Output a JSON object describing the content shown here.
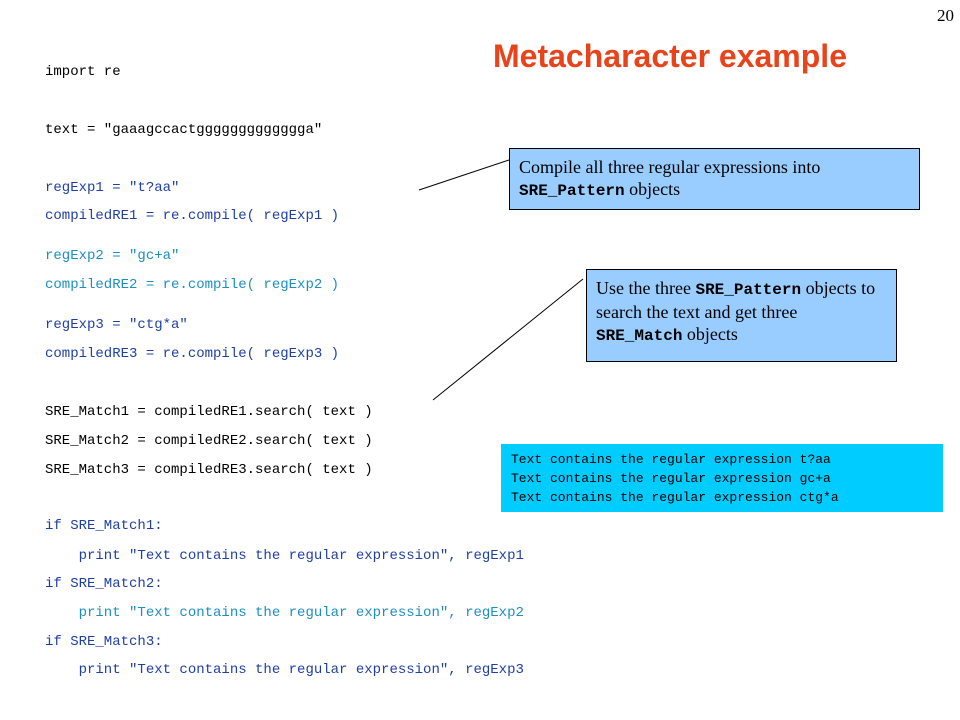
{
  "slide": {
    "page_number": "20",
    "title": "Metacharacter example",
    "title_color": "#e8431a"
  },
  "code": [
    {
      "text": "import re",
      "color": "black"
    },
    {
      "text": "text = \"gaaagccactggggggggggggga\"",
      "color": "black"
    },
    {
      "text": "regExp1 = \"t?aa\"",
      "color": "blue"
    },
    {
      "text": "compiledRE1 = re.compile( regExp1 )",
      "color": "blue"
    },
    {
      "text": "regExp2 = \"gc+a\"",
      "color": "cyan"
    },
    {
      "text": "compiledRE2 = re.compile( regExp2 )",
      "color": "cyan"
    },
    {
      "text": "regExp3 = \"ctg*a\"",
      "color": "blue"
    },
    {
      "text": "compiledRE3 = re.compile( regExp3 )",
      "color": "blue"
    },
    {
      "text": "SRE_Match1 = compiledRE1.search( text )",
      "color": "black"
    },
    {
      "text": "SRE_Match2 = compiledRE2.search( text )",
      "color": "black"
    },
    {
      "text": "SRE_Match3 = compiledRE3.search( text )",
      "color": "black"
    },
    {
      "text": "if SRE_Match1:",
      "color": "blue"
    },
    {
      "text": "    print \"Text contains the regular expression\", regExp1",
      "color": "blue"
    },
    {
      "text": "if SRE_Match2:",
      "color": "blue"
    },
    {
      "text": "    print \"Text contains the regular expression\", regExp2",
      "color": "cyan"
    },
    {
      "text": "if SRE_Match3:",
      "color": "blue"
    },
    {
      "text": "    print \"Text contains the regular expression\", regExp3",
      "color": "blue"
    }
  ],
  "callouts": {
    "compile": {
      "part1": "Compile all three regular expressions into ",
      "code": "SRE_Pattern",
      "part2": " objects"
    },
    "search": {
      "part1": "Use the three ",
      "code1": "SRE_Pattern",
      "part2": " objects to search the text and get three ",
      "code2": "SRE_Match",
      "part3": " objects"
    }
  },
  "output": {
    "lines": [
      "Text contains the regular expression t?aa",
      "Text contains the regular expression gc+a",
      "Text contains the regular expression ctg*a"
    ]
  },
  "colors": {
    "callout_bg": "#99ccff",
    "output_bg": "#00ccff",
    "code_black": "#000000",
    "code_blue": "#1f3fa8",
    "code_cyan": "#1b8fc4"
  }
}
